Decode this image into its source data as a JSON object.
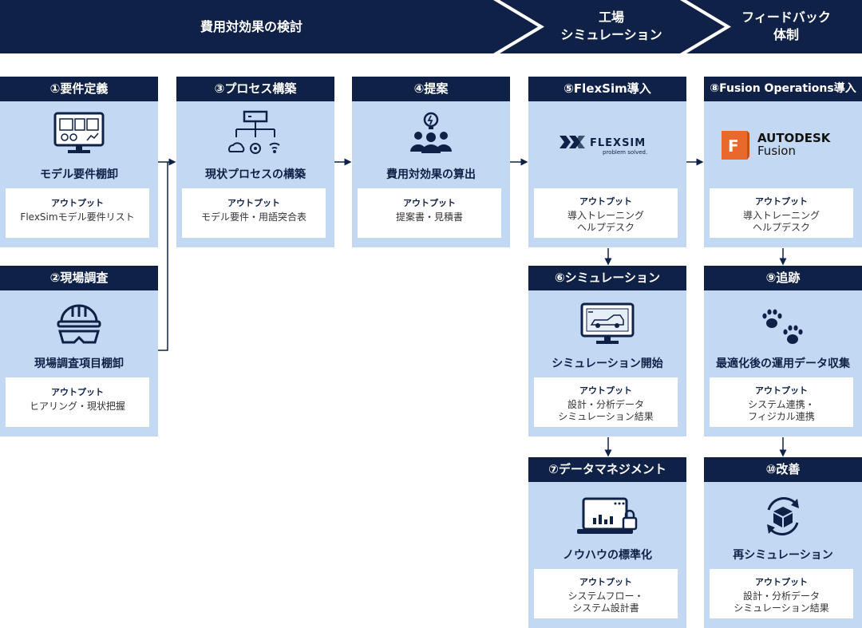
{
  "phases": [
    {
      "lines": [
        "費用対効果の検討"
      ]
    },
    {
      "lines": [
        "工場",
        "シミュレーション"
      ]
    },
    {
      "lines": [
        "フィードバック",
        "体制"
      ]
    }
  ],
  "output_title": "アウトプット",
  "cards": [
    {
      "id": "c1",
      "title": "①要件定義",
      "icon": "monitor-dashboard-icon",
      "subtitle": "モデル要件棚卸",
      "outputs": [
        "FlexSimモデル要件リスト"
      ]
    },
    {
      "id": "c2",
      "title": "②現場調査",
      "icon": "hardhat-goggles-icon",
      "subtitle": "現場調査項目棚卸",
      "outputs": [
        "ヒアリング・現状把握"
      ]
    },
    {
      "id": "c3",
      "title": "③プロセス構築",
      "icon": "process-tree-icon",
      "subtitle": "現状プロセスの構築",
      "outputs": [
        "モデル要件・用語突合表"
      ]
    },
    {
      "id": "c4",
      "title": "④提案",
      "icon": "team-idea-icon",
      "subtitle": "費用対効果の算出",
      "outputs": [
        "提案書・見積書"
      ]
    },
    {
      "id": "c5",
      "title": "⑤FlexSim導入",
      "icon": "flexsim-logo",
      "logo_text": "FLEXSIM",
      "logo_tagline": "problem solved.",
      "outputs": [
        "導入トレーニング",
        "ヘルプデスク"
      ]
    },
    {
      "id": "c6",
      "title": "⑥シミュレーション",
      "icon": "monitor-car-icon",
      "subtitle": "シミュレーション開始",
      "outputs": [
        "設計・分析データ",
        "シミュレーション結果"
      ]
    },
    {
      "id": "c7",
      "title": "⑦データマネジメント",
      "icon": "laptop-lock-icon",
      "subtitle": "ノウハウの標準化",
      "outputs": [
        "システムフロー・",
        "システム設計書"
      ]
    },
    {
      "id": "c8",
      "title": "⑧Fusion Operations導入",
      "icon": "autodesk-fusion-logo",
      "logo_brand": "AUTODESK",
      "logo_product": "Fusion",
      "outputs": [
        "導入トレーニング",
        "ヘルプデスク"
      ]
    },
    {
      "id": "c9",
      "title": "⑨追跡",
      "icon": "paw-prints-icon",
      "subtitle": "最適化後の運用データ収集",
      "outputs": [
        "システム連携・",
        "フィジカル連携"
      ]
    },
    {
      "id": "c10",
      "title": "⑩改善",
      "icon": "box-cycle-icon",
      "subtitle": "再シミュレーション",
      "outputs": [
        "設計・分析データ",
        "シミュレーション結果"
      ]
    }
  ],
  "colors": {
    "navy": "#0f2146",
    "card_bg": "#c3d9f3",
    "fusion_orange": "#e8692b"
  }
}
